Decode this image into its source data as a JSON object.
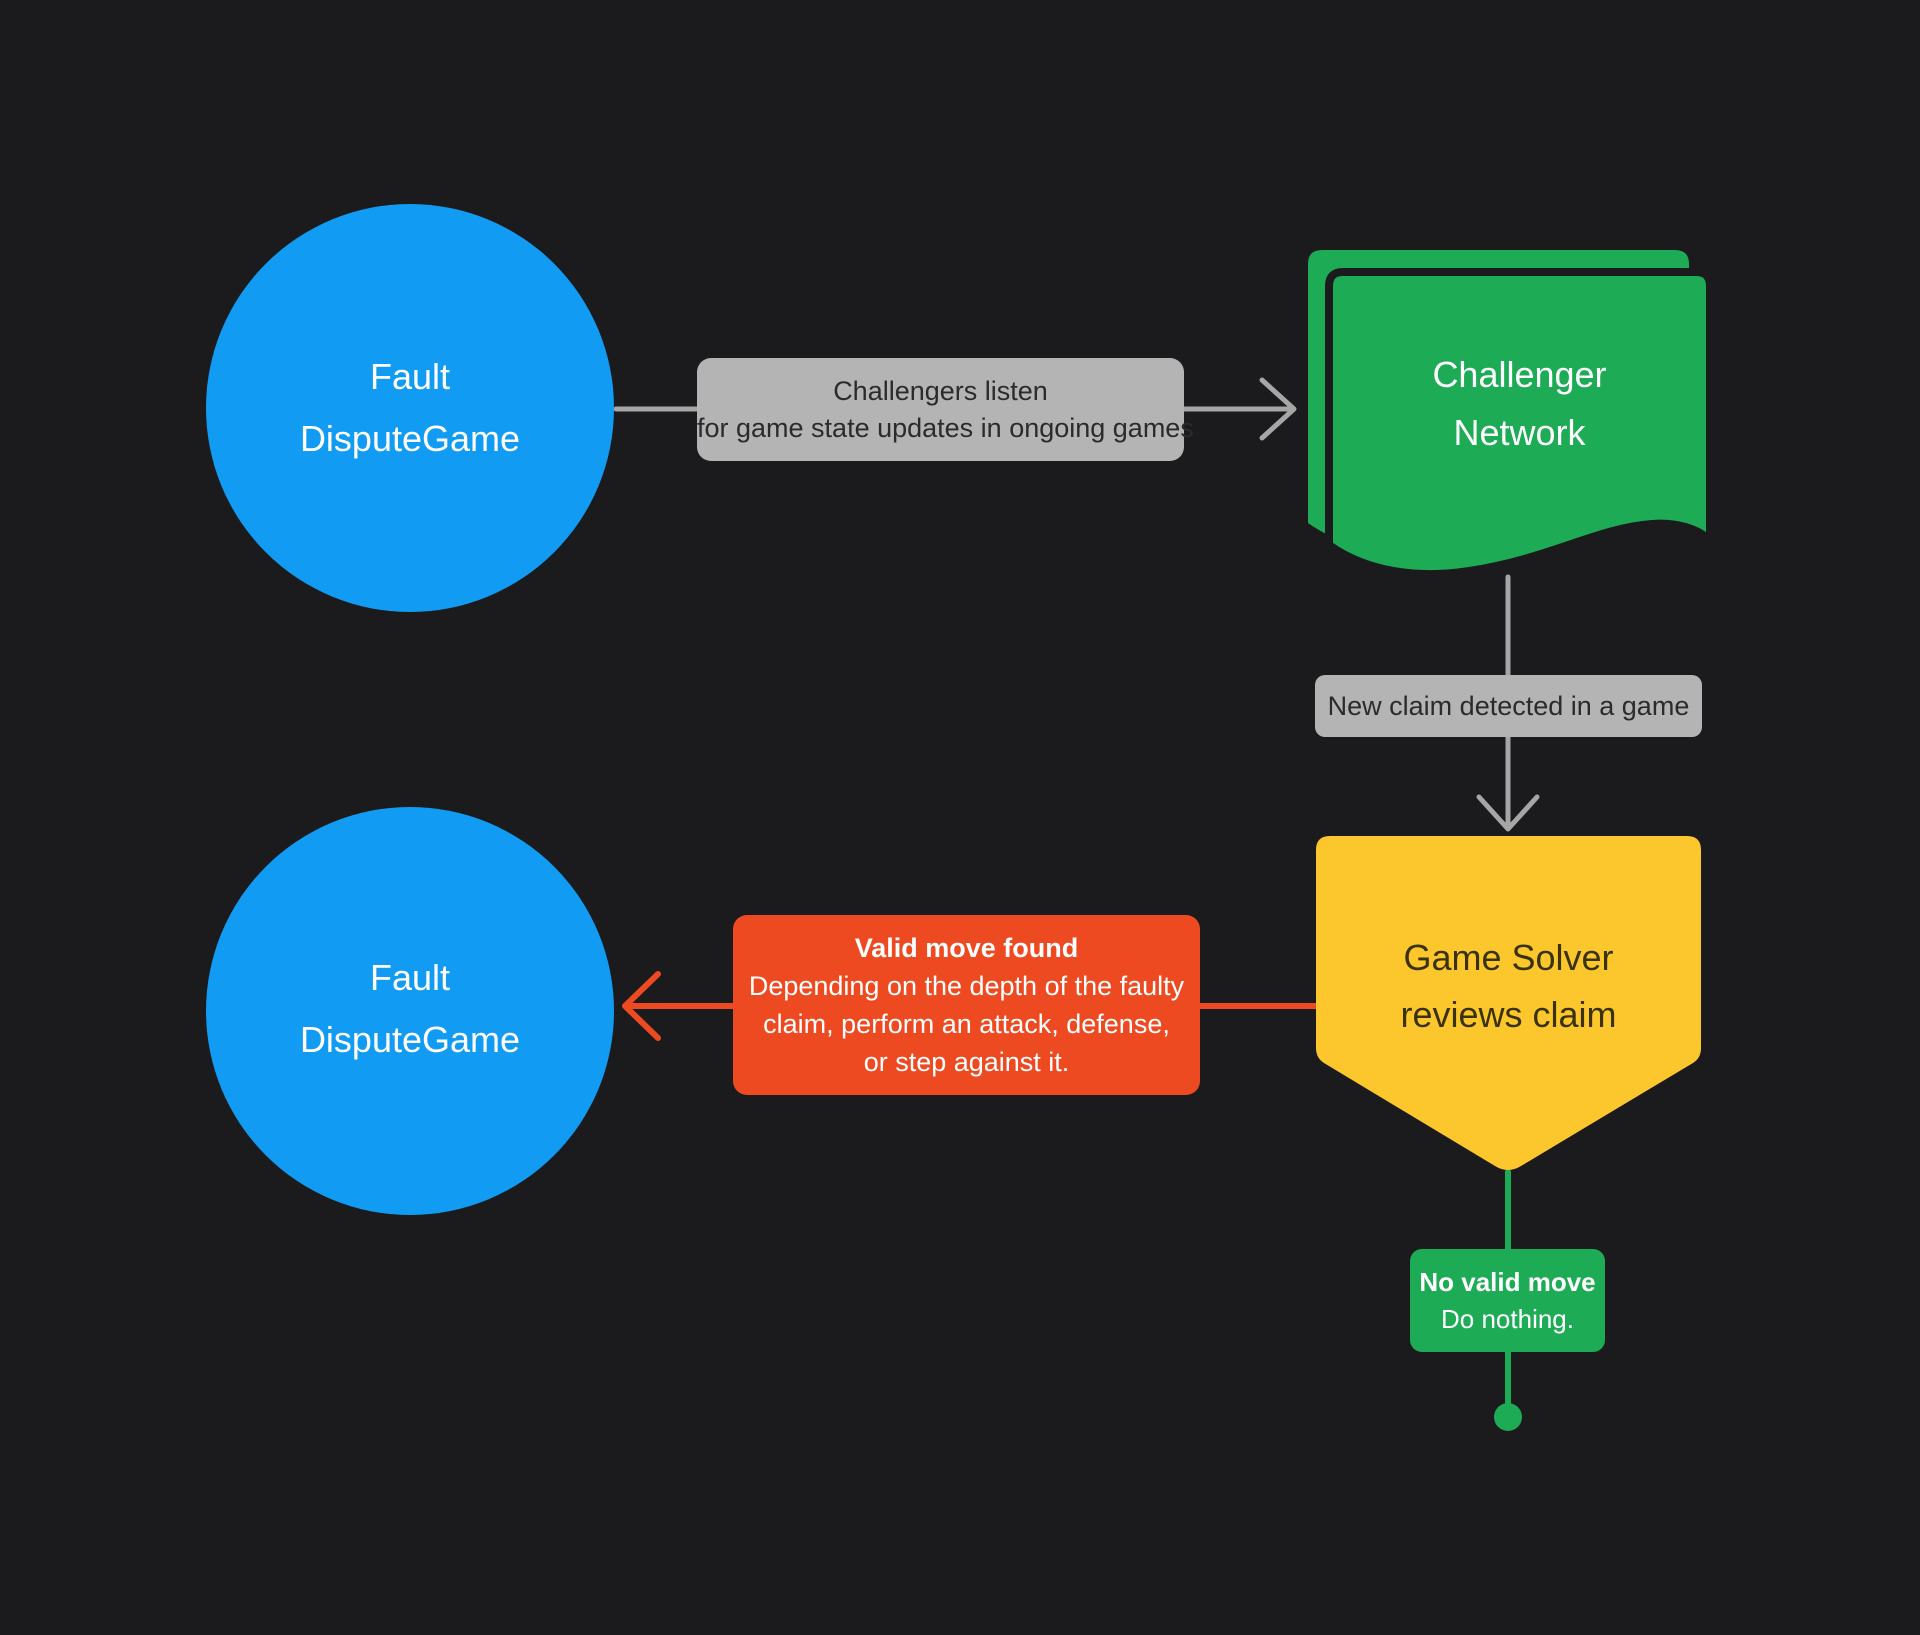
{
  "diagram": {
    "type": "flowchart",
    "theme": "dark",
    "colors": {
      "background": "#1b1b1d",
      "node_blue": "#119bf2",
      "node_green": "#1dac55",
      "node_yellow": "#fcc72c",
      "callout_red": "#ee4a21",
      "label_gray": "#b4b4b4",
      "connector_gray": "#a6a6a6",
      "connector_red": "#ee4a21",
      "connector_green": "#1dac55",
      "label_text_dark": "#2b2b2b",
      "yellow_text_dark": "#39320d",
      "text_white": "#ffffff"
    },
    "nodes": {
      "fault_dispute_game_top": {
        "shape": "circle",
        "line1": "Fault",
        "line2": "DisputeGame"
      },
      "challenger_network": {
        "shape": "document-stack",
        "line1": "Challenger",
        "line2": "Network"
      },
      "game_solver": {
        "shape": "pentagon-down",
        "line1": "Game Solver",
        "line2": "reviews claim"
      },
      "fault_dispute_game_bottom": {
        "shape": "circle",
        "line1": "Fault",
        "line2": "DisputeGame"
      }
    },
    "connector_labels": {
      "challengers_listen": {
        "line1": "Challengers listen",
        "line2": "for game state updates in ongoing games"
      },
      "new_claim": {
        "text": "New claim detected in a game"
      },
      "valid_move": {
        "title": "Valid move found",
        "line1": "Depending on the depth of the faulty",
        "line2": "claim, perform an attack, defense,",
        "line3": "or step against it."
      },
      "no_valid_move": {
        "title": "No valid move",
        "line1": "Do nothing."
      }
    }
  }
}
